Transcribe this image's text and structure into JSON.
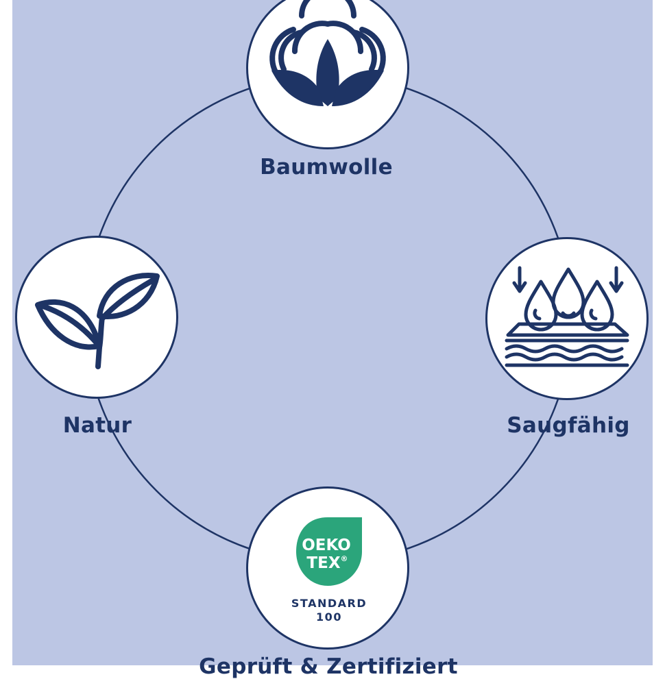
{
  "colors": {
    "background": "#bcc6e4",
    "navy": "#1e3465",
    "white": "#ffffff",
    "oeko_green": "#2ba57b"
  },
  "features": [
    {
      "label": "Baumwolle",
      "icon": "cotton-flower-icon"
    },
    {
      "label": "Saugfähig",
      "icon": "absorbent-drops-icon"
    },
    {
      "label": "Geprüft & Zertifiziert",
      "icon": "oeko-tex-logo"
    },
    {
      "label": "Natur",
      "icon": "leaf-sprout-icon"
    }
  ],
  "oeko_tex": {
    "line1": "OEKO",
    "line2": "TEX",
    "registered": "®",
    "standard": "STANDARD",
    "number": "100"
  }
}
